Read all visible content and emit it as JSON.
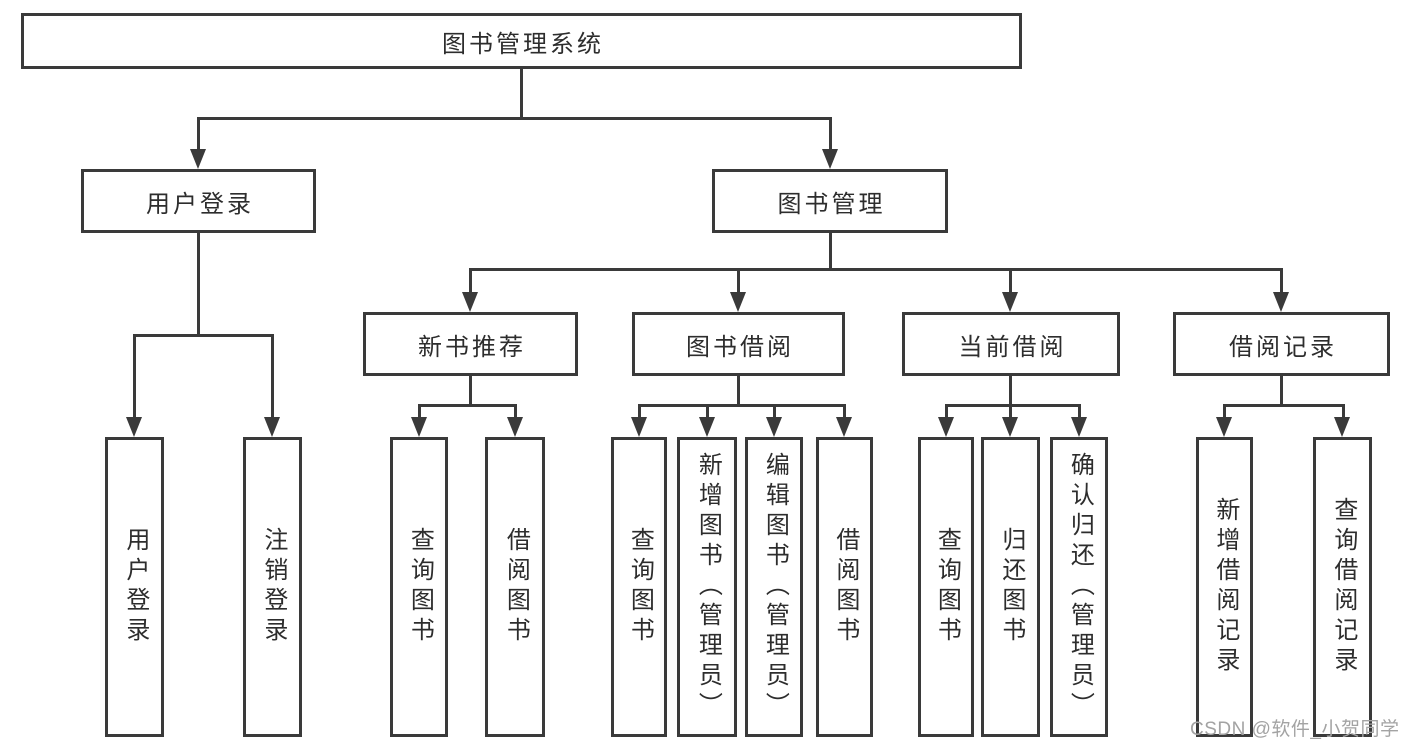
{
  "diagram": {
    "root": {
      "label": "图书管理系统"
    },
    "branches": [
      {
        "label": "用户登录",
        "children": [
          {
            "label": "用户登录"
          },
          {
            "label": "注销登录"
          }
        ]
      },
      {
        "label": "图书管理",
        "children": [
          {
            "label": "新书推荐",
            "children": [
              {
                "label": "查询图书"
              },
              {
                "label": "借阅图书"
              }
            ]
          },
          {
            "label": "图书借阅",
            "children": [
              {
                "label": "查询图书"
              },
              {
                "label": "新增图书（管理员）"
              },
              {
                "label": "编辑图书（管理员）"
              },
              {
                "label": "借阅图书"
              }
            ]
          },
          {
            "label": "当前借阅",
            "children": [
              {
                "label": "查询图书"
              },
              {
                "label": "归还图书"
              },
              {
                "label": "确认归还（管理员）"
              }
            ]
          },
          {
            "label": "借阅记录",
            "children": [
              {
                "label": "新增借阅记录"
              },
              {
                "label": "查询借阅记录"
              }
            ]
          }
        ]
      }
    ]
  },
  "watermark": {
    "text": "CSDN @软件_小贺同学"
  },
  "colors": {
    "line": "#3a3a3a",
    "text": "#2d2d2d",
    "background": "#ffffff",
    "watermark": "#a3a3a3"
  }
}
